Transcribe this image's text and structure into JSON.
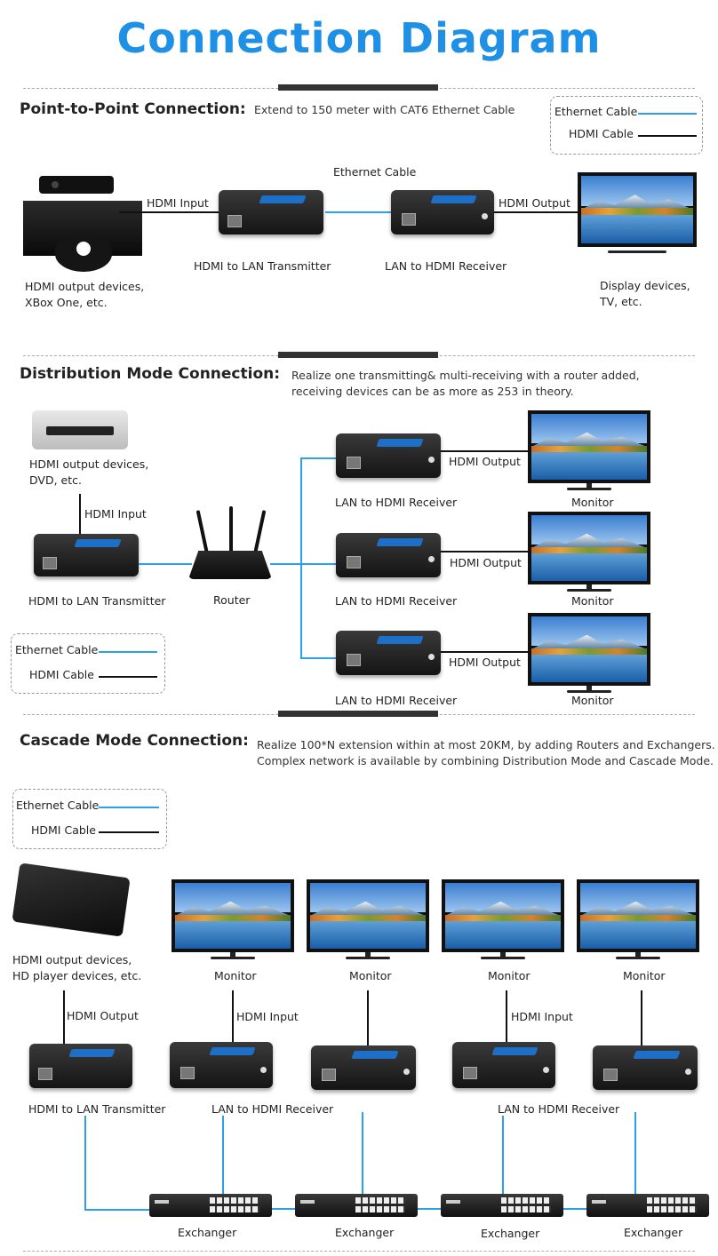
{
  "title": "Connection Diagram",
  "legend": {
    "ethernet": "Ethernet Cable",
    "hdmi": "HDMI Cable"
  },
  "colors": {
    "title": "#1e90e6",
    "ethernet_cable": "#2ca0e8",
    "hdmi_cable": "#111111"
  },
  "section1": {
    "title": "Point-to-Point Connection:",
    "desc": "Extend to 150 meter with CAT6 Ethernet Cable",
    "ethernet_label": "Ethernet Cable",
    "hdmi_input": "HDMI Input",
    "hdmi_output": "HDMI Output",
    "transmitter": "HDMI to LAN Transmitter",
    "receiver": "LAN to HDMI Receiver",
    "source_line1": "HDMI output devices,",
    "source_line2": "XBox One, etc.",
    "display_line1": "Display devices,",
    "display_line2": "TV, etc."
  },
  "section2": {
    "title": "Distribution Mode Connection:",
    "desc_line1": "Realize one transmitting& multi-receiving with a router added,",
    "desc_line2": "receiving devices can be as more as 253 in theory.",
    "source_line1": "HDMI output devices,",
    "source_line2": "DVD, etc.",
    "hdmi_input": "HDMI Input",
    "transmitter": "HDMI to LAN Transmitter",
    "router": "Router",
    "receiver": "LAN to HDMI Receiver",
    "hdmi_output": "HDMI Output",
    "monitor": "Monitor"
  },
  "section3": {
    "title": "Cascade Mode Connection:",
    "desc_line1": "Realize 100*N extension within at most 20KM, by adding Routers and Exchangers.",
    "desc_line2": "Complex network is available by combining Distribution Mode and Cascade Mode.",
    "source_line1": "HDMI output devices,",
    "source_line2": "HD player devices, etc.",
    "hdmi_output": "HDMI Output",
    "hdmi_input": "HDMI Input",
    "transmitter": "HDMI to LAN Transmitter",
    "receiver": "LAN to HDMI Receiver",
    "monitor": "Monitor",
    "exchanger": "Exchanger"
  }
}
